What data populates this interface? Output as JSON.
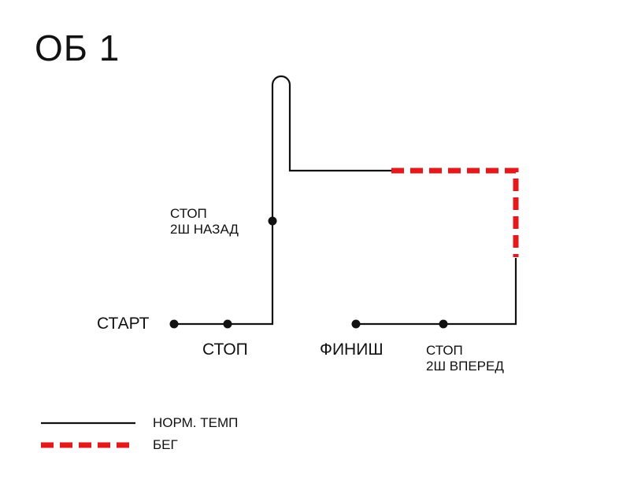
{
  "title": "ОБ 1",
  "colors": {
    "normal_line": "#111111",
    "run_line": "#e3191c"
  },
  "labels": {
    "start": "СТАРТ",
    "stop": "СТОП",
    "finish": "ФИНИШ",
    "stop_back_line1": "СТОП",
    "stop_back_line2": "2Ш НАЗАД",
    "stop_forward_line1": "СТОП",
    "stop_forward_line2": "2Ш ВПЕРЕД"
  },
  "legend": {
    "normal_pace": "НОРМ. ТЕМП",
    "run": "БЕГ"
  }
}
